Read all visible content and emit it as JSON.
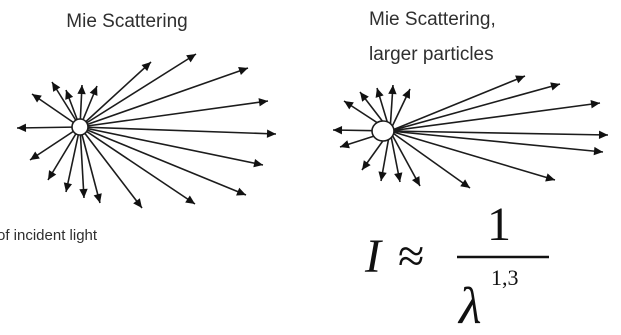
{
  "left_panel": {
    "title": "Mie Scattering",
    "incident_caption": "of incident light"
  },
  "right_panel": {
    "title_line1": "Mie Scattering,",
    "title_line2": "larger particles"
  },
  "formula": {
    "lhs": "I",
    "relation": "≈",
    "numerator": "1",
    "denominator_symbol": "λ",
    "exponent": "1,3"
  }
}
